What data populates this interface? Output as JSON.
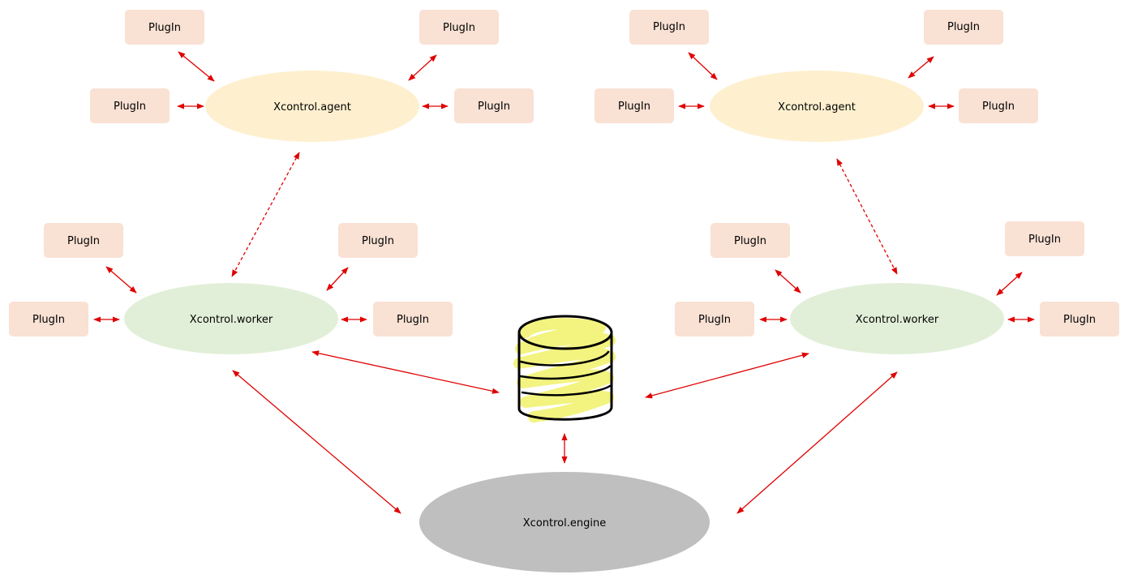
{
  "plugin_label": "PlugIn",
  "agent_label": "Xcontrol.agent",
  "worker_label": "Xcontrol.worker",
  "engine_label": "Xcontrol.engine",
  "database_icon": "database-cylinder-icon",
  "colors": {
    "plugin_fill": "#f9e1d4",
    "agent_fill": "#fef0cf",
    "worker_fill": "#e2efd8",
    "engine_fill": "#bfbfbf",
    "arrow": "#e00000",
    "db_scribble": "#f3f380"
  }
}
